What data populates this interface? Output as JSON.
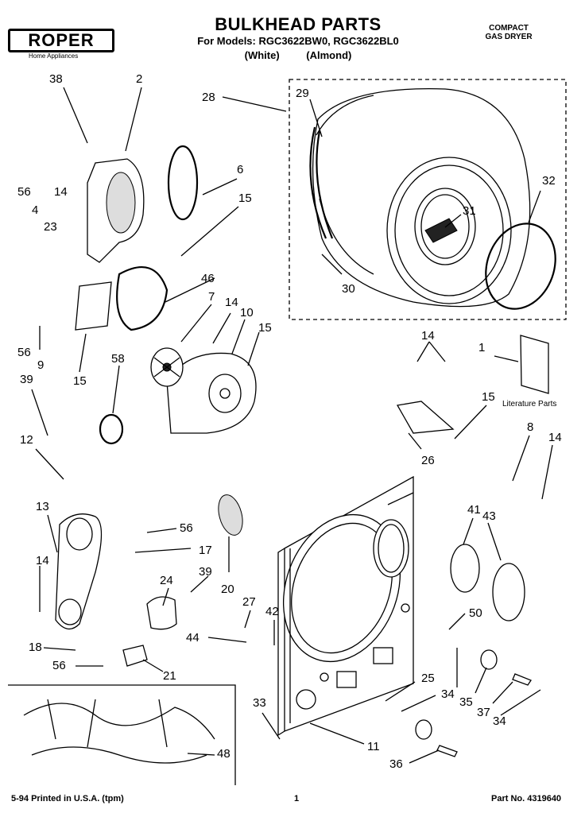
{
  "header": {
    "brand": "ROPER",
    "brand_sub": "Home Appliances",
    "title": "BULKHEAD PARTS",
    "models": "For Models: RGC3622BW0, RGC3622BL0",
    "colors": "(White)   (Almond)",
    "product_line1": "COMPACT",
    "product_line2": "GAS DRYER"
  },
  "literature_label": "Literature Parts",
  "callouts": [
    {
      "id": "38",
      "label": "38"
    },
    {
      "id": "2",
      "label": "2"
    },
    {
      "id": "28",
      "label": "28"
    },
    {
      "id": "29",
      "label": "29"
    },
    {
      "id": "6",
      "label": "6"
    },
    {
      "id": "56a",
      "label": "56"
    },
    {
      "id": "14a",
      "label": "14"
    },
    {
      "id": "15a",
      "label": "15"
    },
    {
      "id": "4",
      "label": "4"
    },
    {
      "id": "23",
      "label": "23"
    },
    {
      "id": "46",
      "label": "46"
    },
    {
      "id": "31",
      "label": "31"
    },
    {
      "id": "32",
      "label": "32"
    },
    {
      "id": "30",
      "label": "30"
    },
    {
      "id": "7",
      "label": "7"
    },
    {
      "id": "14b",
      "label": "14"
    },
    {
      "id": "10",
      "label": "10"
    },
    {
      "id": "15b",
      "label": "15"
    },
    {
      "id": "56b",
      "label": "56"
    },
    {
      "id": "9",
      "label": "9"
    },
    {
      "id": "15c",
      "label": "15"
    },
    {
      "id": "58",
      "label": "58"
    },
    {
      "id": "39a",
      "label": "39"
    },
    {
      "id": "14c",
      "label": "14"
    },
    {
      "id": "1",
      "label": "1"
    },
    {
      "id": "15d",
      "label": "15"
    },
    {
      "id": "26",
      "label": "26"
    },
    {
      "id": "12",
      "label": "12"
    },
    {
      "id": "8",
      "label": "8"
    },
    {
      "id": "14d",
      "label": "14"
    },
    {
      "id": "13",
      "label": "13"
    },
    {
      "id": "41",
      "label": "41"
    },
    {
      "id": "43",
      "label": "43"
    },
    {
      "id": "56c",
      "label": "56"
    },
    {
      "id": "17",
      "label": "17"
    },
    {
      "id": "14e",
      "label": "14"
    },
    {
      "id": "39b",
      "label": "39"
    },
    {
      "id": "24",
      "label": "24"
    },
    {
      "id": "20",
      "label": "20"
    },
    {
      "id": "27",
      "label": "27"
    },
    {
      "id": "42",
      "label": "42"
    },
    {
      "id": "50",
      "label": "50"
    },
    {
      "id": "18",
      "label": "18"
    },
    {
      "id": "44",
      "label": "44"
    },
    {
      "id": "56d",
      "label": "56"
    },
    {
      "id": "21",
      "label": "21"
    },
    {
      "id": "25",
      "label": "25"
    },
    {
      "id": "34a",
      "label": "34"
    },
    {
      "id": "35",
      "label": "35"
    },
    {
      "id": "37",
      "label": "37"
    },
    {
      "id": "33",
      "label": "33"
    },
    {
      "id": "34b",
      "label": "34"
    },
    {
      "id": "11",
      "label": "11"
    },
    {
      "id": "48",
      "label": "48"
    },
    {
      "id": "36",
      "label": "36"
    }
  ],
  "footer": {
    "left": "5-94 Printed in U.S.A. (tpm)",
    "page": "1",
    "part_no": "Part No. 4319640"
  }
}
